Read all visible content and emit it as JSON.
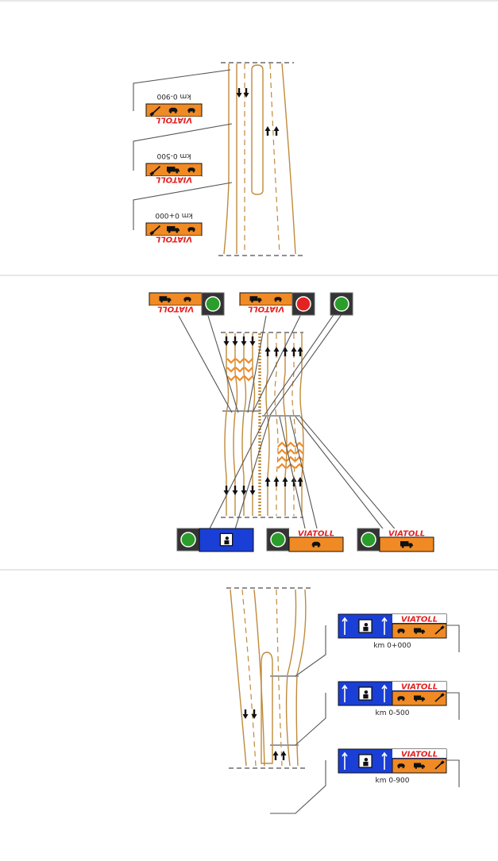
{
  "brand": "VIATOLL",
  "colors": {
    "orange": "#f08a24",
    "blue": "#1a3fd6",
    "red": "#e52222",
    "green_light": "#2a9d2a",
    "red_light": "#e52222",
    "road": "#c08a3a",
    "dark_panel": "#333333"
  },
  "top_section": {
    "signs": [
      {
        "km": "km 0-900",
        "icons": [
          "broom-icon",
          "car-icon",
          "bus-icon"
        ]
      },
      {
        "km": "km 0-500",
        "icons": [
          "broom-icon",
          "truck-icon",
          "bus-icon"
        ]
      },
      {
        "km": "km 0+000",
        "icons": [
          "broom-icon",
          "truck-icon",
          "bus-icon"
        ]
      }
    ]
  },
  "middle_section": {
    "top_gantry": [
      {
        "type": "orange-sign",
        "light": "green"
      },
      {
        "type": "orange-sign",
        "light": "red"
      },
      {
        "type": "light-only",
        "light": "green"
      }
    ],
    "bottom_gantry": [
      {
        "type": "blue-sign",
        "light": "green",
        "icon": "toll-booth-icon"
      },
      {
        "type": "orange-sign",
        "light": "green",
        "icon": "car-icon"
      },
      {
        "type": "orange-sign",
        "light": "green",
        "icon": "truck-icon"
      }
    ]
  },
  "bottom_section": {
    "signs": [
      {
        "km": "km 0+000"
      },
      {
        "km": "km 0-500"
      },
      {
        "km": "km 0-900"
      }
    ]
  }
}
